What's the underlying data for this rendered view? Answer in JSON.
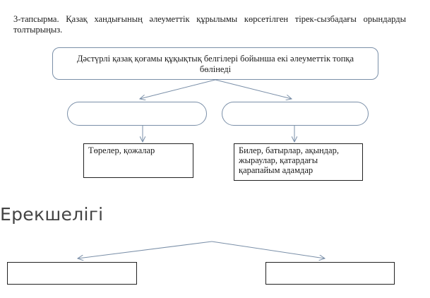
{
  "task_text": "3-тапсырма. Қазақ хандығының әлеуметтік құрылымы көрсетілген тірек-сызбадағы орындарды толтырыңыз.",
  "diagram": {
    "top_box": "Дәстүрлі қазақ қоғамы құқықтық белгілері бойынша екі әлеуметтік топқа бөлінеді",
    "left_oval": "",
    "right_oval": "",
    "left_box": "Төрелер, қожалар",
    "right_box": "Билер, батырлар, ақындар, жыраулар, қатардағы қарапайым адамдар"
  },
  "section_heading": "Ерекшелігі",
  "bottom": {
    "left_box": "",
    "right_box": ""
  },
  "colors": {
    "frame_line": "#7a8fa8",
    "box_border": "#222222",
    "heading_text": "#444444"
  }
}
